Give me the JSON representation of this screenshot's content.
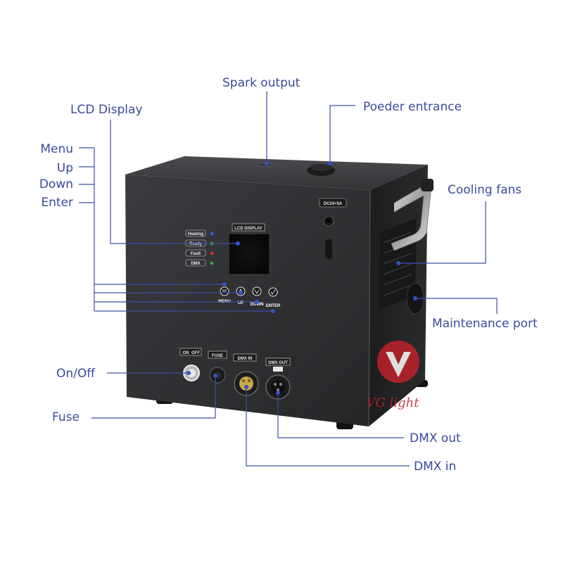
{
  "labels": {
    "spark_output": "Spark output",
    "powder_entrance": "Poeder entrance",
    "lcd_display": "LCD Display",
    "menu": "Menu",
    "up": "Up",
    "down": "Down",
    "enter": "Enter",
    "cooling_fans": "Cooling fans",
    "maintenance_port": "Maintenance port",
    "on_off": "On/Off",
    "fuse": "Fuse",
    "dmx_out": "DMX out",
    "dmx_in": "DMX in"
  },
  "panel": {
    "lcd_title": "LCD DISPLAY",
    "dc_rating": "DC24=5A",
    "status": [
      "Heating",
      "Ready",
      "Fault",
      "DMX"
    ],
    "buttons": [
      "MENU",
      "UP",
      "DOWN",
      "ENTER"
    ],
    "switch_on": "ON",
    "switch_off": "OFF",
    "fuse": "FUSE",
    "dmx_in": "DMX IN",
    "dmx_out": "DMX OUT"
  },
  "watermark": "VG light",
  "colors": {
    "callout_text": "#3b4a9a",
    "leader_line": "#3f4f9f",
    "body": "#2e2f31",
    "led_heating": "#2a5bd6",
    "led_ready": "#2fa84a",
    "led_fault": "#d22a2a",
    "led_dmx": "#2fa84a",
    "watermark": "#c0222a"
  }
}
